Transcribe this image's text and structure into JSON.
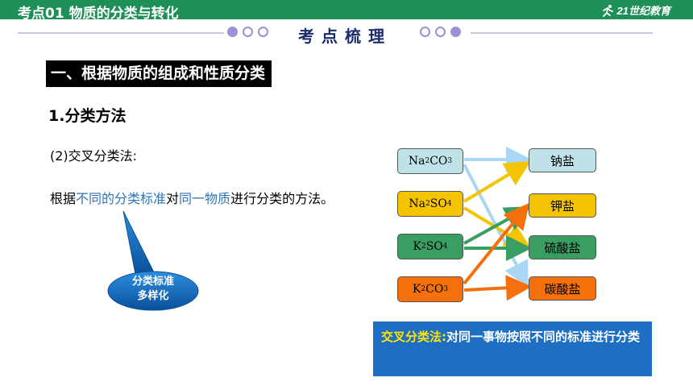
{
  "header": {
    "title": "考点01  物质的分类与转化",
    "logo_main": "21世纪教育"
  },
  "section": {
    "title": "考点梳理"
  },
  "content": {
    "heading": "一、根据物质的组成和性质分类",
    "sub_heading": "1.分类方法",
    "item_label": "(2)交叉分类法:",
    "definition": {
      "part1": "根据",
      "part2": "不同的分类标准",
      "part3": "对",
      "part4": "同一物质",
      "part5": "进行分类的方法。"
    },
    "callout": {
      "line1": "分类标准",
      "line2": "多样化"
    }
  },
  "diagram": {
    "formulas": [
      {
        "base1": "Na",
        "sub1": "2",
        "base2": "CO",
        "sub2": "3"
      },
      {
        "base1": "Na",
        "sub1": "2",
        "base2": "SO",
        "sub2": "4"
      },
      {
        "base1": "K",
        "sub1": "2",
        "base2": "SO",
        "sub2": "4"
      },
      {
        "base1": "K",
        "sub1": "2",
        "base2": "CO",
        "sub2": "3"
      }
    ],
    "salts": [
      "钠盐",
      "钾盐",
      "硫酸盐",
      "碳酸盐"
    ],
    "colors": {
      "light": "#bfe1e8",
      "yellow": "#f5c400",
      "green": "#3a9d62",
      "orange": "#f5700a",
      "arrow_light": "#a9d6f5"
    }
  },
  "summary": {
    "key": "交叉分类法:",
    "text": "对同一事物按照不同的标准进行分类"
  }
}
